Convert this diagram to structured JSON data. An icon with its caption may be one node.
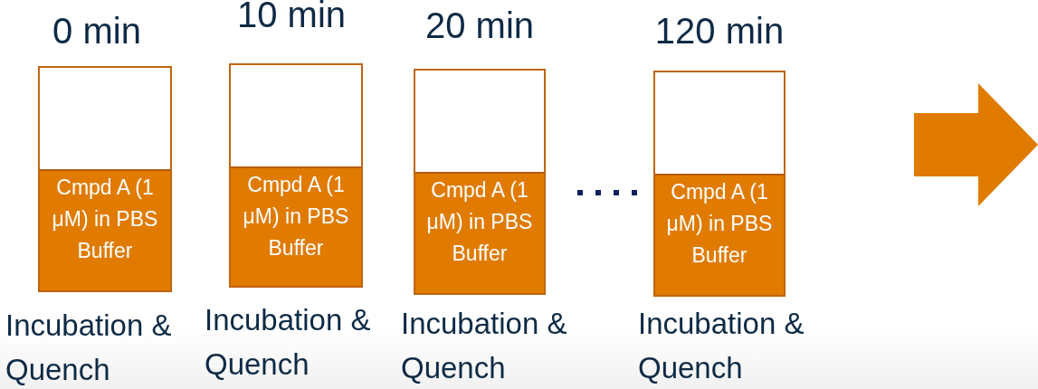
{
  "diagram": {
    "nodes": [
      {
        "text": [
          "0 min",
          "Cmpd A (1 μM) in PBS Buffer"
        ],
        "beside": [
          "Incubation & Quench"
        ]
      },
      {
        "text": [
          "10 min",
          "Cmpd A (1 μM) in PBS Buffer"
        ],
        "beside": [
          "Incubation & Quench"
        ]
      },
      {
        "text": [
          "20 min",
          "Cmpd A (1 μM) in PBS Buffer"
        ],
        "beside": [
          "Incubation & Quench"
        ]
      },
      {
        "text": [
          "120 min",
          "Cmpd A (1 μM) in PBS Buffer"
        ],
        "beside": [
          "Incubation & Quench"
        ]
      }
    ]
  }
}
